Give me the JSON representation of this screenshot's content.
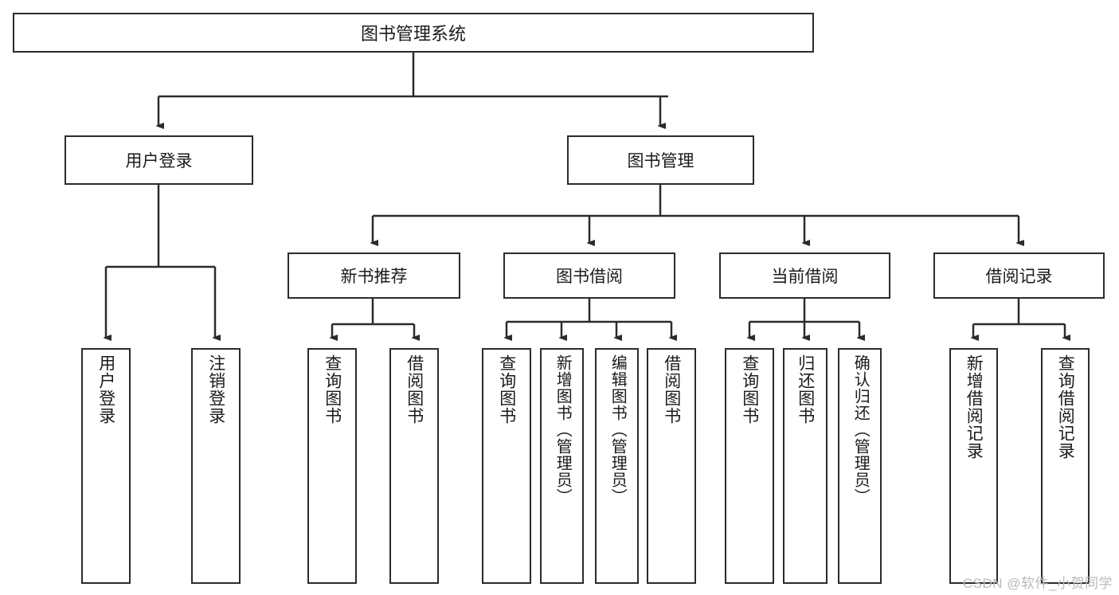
{
  "diagram": {
    "title": "图书管理系统",
    "type": "tree-hierarchy",
    "root": {
      "label": "图书管理系统"
    },
    "level1": [
      {
        "label": "用户登录"
      },
      {
        "label": "图书管理"
      }
    ],
    "level2": [
      {
        "label": "新书推荐"
      },
      {
        "label": "图书借阅"
      },
      {
        "label": "当前借阅"
      },
      {
        "label": "借阅记录"
      }
    ],
    "leaves": {
      "user_login": [
        {
          "label": "用户登录"
        },
        {
          "label": "注销登录"
        }
      ],
      "new_book_recommend": [
        {
          "label": "查询图书"
        },
        {
          "label": "借阅图书"
        }
      ],
      "book_borrow": [
        {
          "label": "查询图书"
        },
        {
          "label": "新增图书（管理员）"
        },
        {
          "label": "编辑图书（管理员）"
        },
        {
          "label": "借阅图书"
        }
      ],
      "current_borrow": [
        {
          "label": "查询图书"
        },
        {
          "label": "归还图书"
        },
        {
          "label": "确认归还（管理员）"
        }
      ],
      "borrow_record": [
        {
          "label": "新增借阅记录"
        },
        {
          "label": "查询借阅记录"
        }
      ]
    }
  },
  "watermark": {
    "text": "CSDN @软件_小贺同学"
  },
  "colors": {
    "stroke": "#2b2b2b",
    "text": "#1b1b1b",
    "background": "#ffffff",
    "watermark": "#b9b9b9"
  }
}
